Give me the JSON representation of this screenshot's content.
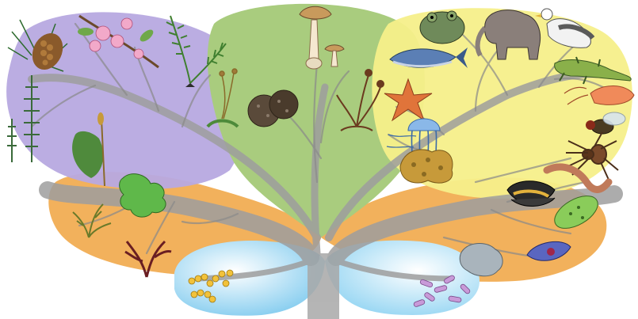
{
  "diagram": {
    "title": "",
    "kind": "tree-of-life",
    "regions": [
      {
        "key": "plants",
        "color": "#b7a9e0"
      },
      {
        "key": "fungi",
        "color": "#a9cc7e"
      },
      {
        "key": "animals",
        "color": "#f6ef8a"
      },
      {
        "key": "protists",
        "color": "#f2b15c"
      },
      {
        "key": "bacteria",
        "color": "#8fd0f0"
      },
      {
        "key": "archaea",
        "color": "#9fd6f2"
      }
    ],
    "trunk_color": "#a6a6a6",
    "organisms": [
      "fern-icon",
      "pine-cone-icon",
      "cherry-blossom-icon",
      "horsetail-icon",
      "moss-icon",
      "mushroom-icon",
      "truffle-icon",
      "mold-icon",
      "frog-icon",
      "elephant-icon",
      "seagull-icon",
      "tuna-icon",
      "lizard-icon",
      "starfish-icon",
      "jellyfish-icon",
      "sponge-icon",
      "shrimp-icon",
      "fly-icon",
      "spider-icon",
      "earthworm-icon",
      "mussel-icon",
      "green-alga-icon",
      "brown-seaweed-icon",
      "red-seaweed-icon",
      "paramecium-icon",
      "trypanosome-icon",
      "amoeba-icon",
      "coccus-bacteria-icon",
      "rod-archaea-icon"
    ]
  }
}
